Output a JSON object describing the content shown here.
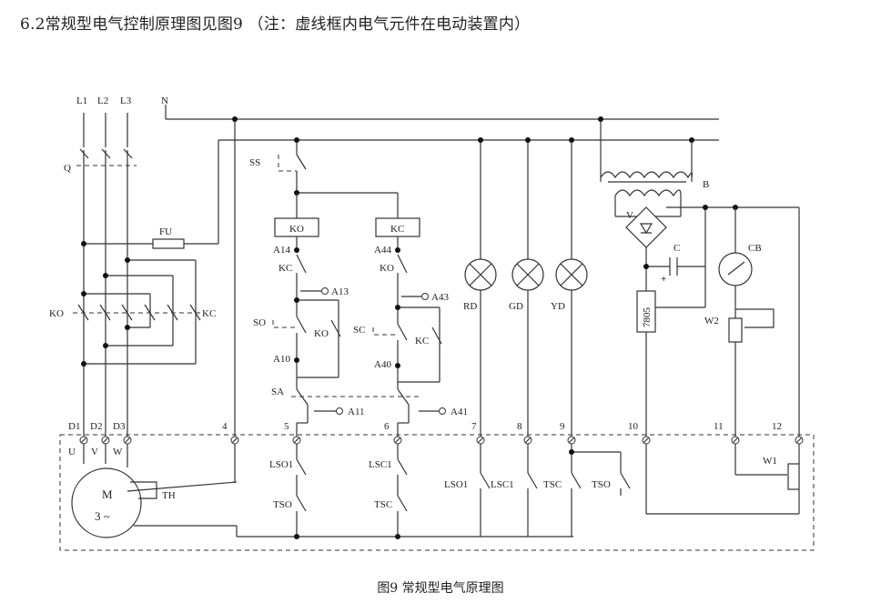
{
  "heading": "6.2常规型电气控制原理图见图9  （注：虚线框内电气元件在电动装置内）",
  "caption": "图9 常规型电气原理图",
  "labels": {
    "L1": "L1",
    "L2": "L2",
    "L3": "L3",
    "N": "N",
    "Q": "Q",
    "FU": "FU",
    "KO_left": "KO",
    "KC_left": "KC",
    "D1": "D1",
    "D2": "D2",
    "D3": "D3",
    "U": "U",
    "V": "V",
    "W": "W",
    "M": "M",
    "M3": "3 ~",
    "TH": "TH",
    "SS": "SS",
    "KO_coil": "KO",
    "KC_coil": "KC",
    "A14": "A14",
    "A44": "A44",
    "KC_nc": "KC",
    "KO_nc": "KO",
    "A13": "A13",
    "A43": "A43",
    "SO": "SO",
    "SC": "SC",
    "KO_hold": "KO",
    "KC_hold": "KC",
    "A10": "A10",
    "A40": "A40",
    "SA": "SA",
    "A11": "A11",
    "A41": "A41",
    "RD": "RD",
    "GD": "GD",
    "YD": "YD",
    "B": "B",
    "Vbr": "V",
    "C": "C",
    "plus": "+",
    "CB": "CB",
    "reg": "7805",
    "W2": "W2",
    "W1": "W1",
    "t4": "4",
    "t5": "5",
    "t6": "6",
    "t7": "7",
    "t8": "8",
    "t9": "9",
    "t10": "10",
    "t11": "11",
    "t12": "12",
    "LSO1_a": "LSO1",
    "LSC1_a": "LSC1",
    "TSO_a": "TSO",
    "TSC_a": "TSC",
    "LSO1_b": "LSO1",
    "LSC1_b": "LSC1",
    "TSC_b": "TSC",
    "TSO_b": "TSO"
  }
}
